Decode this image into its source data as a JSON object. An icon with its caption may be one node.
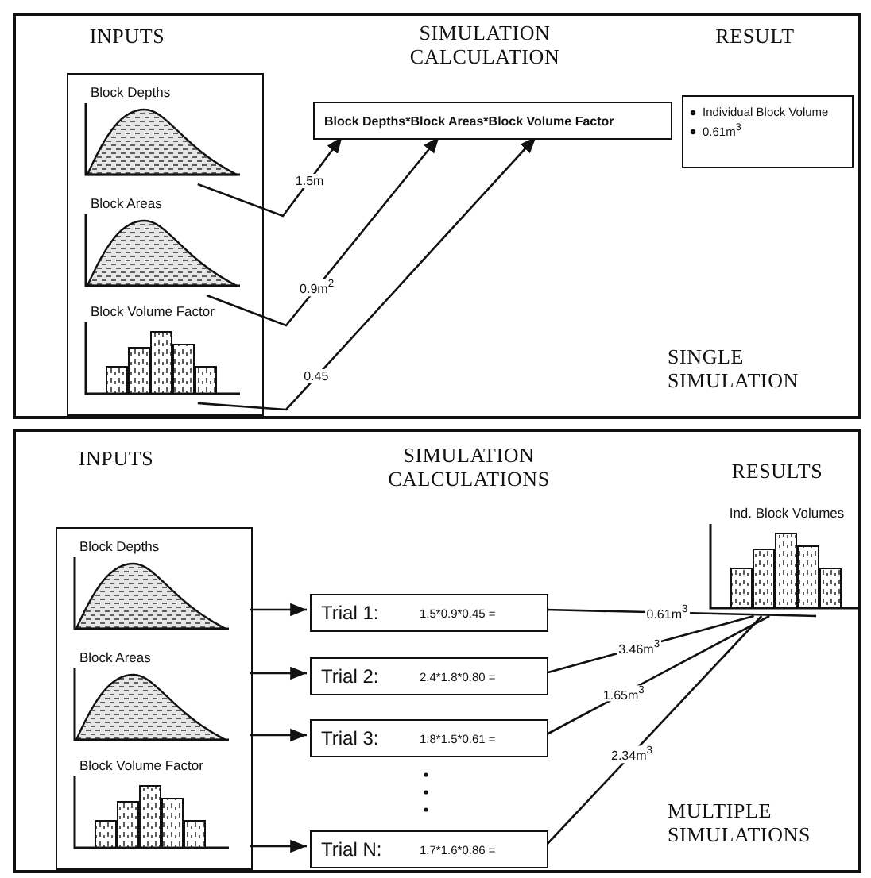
{
  "diagram": {
    "nodes": [
      {
        "text": [
          "SINGLE SIMULATION"
        ]
      },
      {
        "text": [],
        "shape": "box",
        "in": 0
      },
      {
        "text": [
          "Block Depths"
        ],
        "in": 1
      },
      {
        "text": [
          "Block Areas"
        ],
        "in": 1
      },
      {
        "text": [
          "Block Volume Factor"
        ],
        "in": 1
      },
      {
        "text": [
          "Block Depths*Block Areas*Block Volume Factor"
        ],
        "in": 0
      },
      {
        "text": [
          "Individual Block Volume",
          "0.61m$^{3}$"
        ],
        "in": 0
      },
      {
        "text": [
          "MULTIPLE SIMULATIONS"
        ]
      },
      {
        "text": [],
        "shape": "box",
        "in": 7
      },
      {
        "text": [
          "Block Depths"
        ],
        "in": 8
      },
      {
        "text": [
          "Block Areas"
        ],
        "in": 8
      },
      {
        "text": [
          "Block Volume Factor"
        ],
        "in": 8
      },
      {
        "text": [
          "Trial 1:",
          "1.5*0.9*0.45 ="
        ],
        "in": 7
      },
      {
        "text": [
          "Trial 2:",
          "2.4*1.8*0.80 ="
        ],
        "in": 7
      },
      {
        "text": [
          "Trial 3:",
          "1.8*1.5*0.61 ="
        ],
        "in": 7
      },
      {
        "text": [
          "Trial N:",
          "1.7*1.6*0.86 ="
        ],
        "in": 7
      },
      {
        "text": [
          "Ind. Block Volumes"
        ],
        "in": 7
      }
    ],
    "edges": [
      {
        "from": 2,
        "to": 5,
        "arrow": "to",
        "label": "1.5m"
      },
      {
        "from": 3,
        "to": 5,
        "arrow": "to",
        "label": "0.9m$^{2}$"
      },
      {
        "from": 4,
        "to": 5,
        "arrow": "to",
        "label": "0.45"
      },
      {
        "from": 8,
        "to": 12,
        "arrow": "to"
      },
      {
        "from": 8,
        "to": 13,
        "arrow": "to"
      },
      {
        "from": 8,
        "to": 14,
        "arrow": "to"
      },
      {
        "from": 8,
        "to": 15,
        "arrow": "to"
      },
      {
        "from": 12,
        "to": 16,
        "arrow": "none",
        "label": "0.61m$^{3}$"
      },
      {
        "from": 13,
        "to": 16,
        "arrow": "none",
        "label": "3.46m$^{3}$"
      },
      {
        "from": 14,
        "to": 16,
        "arrow": "none",
        "label": "1.65m$^{3}$"
      },
      {
        "from": 15,
        "to": 16,
        "arrow": "none",
        "label": "2.34m$^{3}$"
      }
    ],
    "labels": [
      "INPUTS",
      "SIMULATION CALCULATION",
      "RESULT",
      "INPUTS",
      "SIMULATION CALCULATIONS",
      "RESULTS"
    ]
  }
}
